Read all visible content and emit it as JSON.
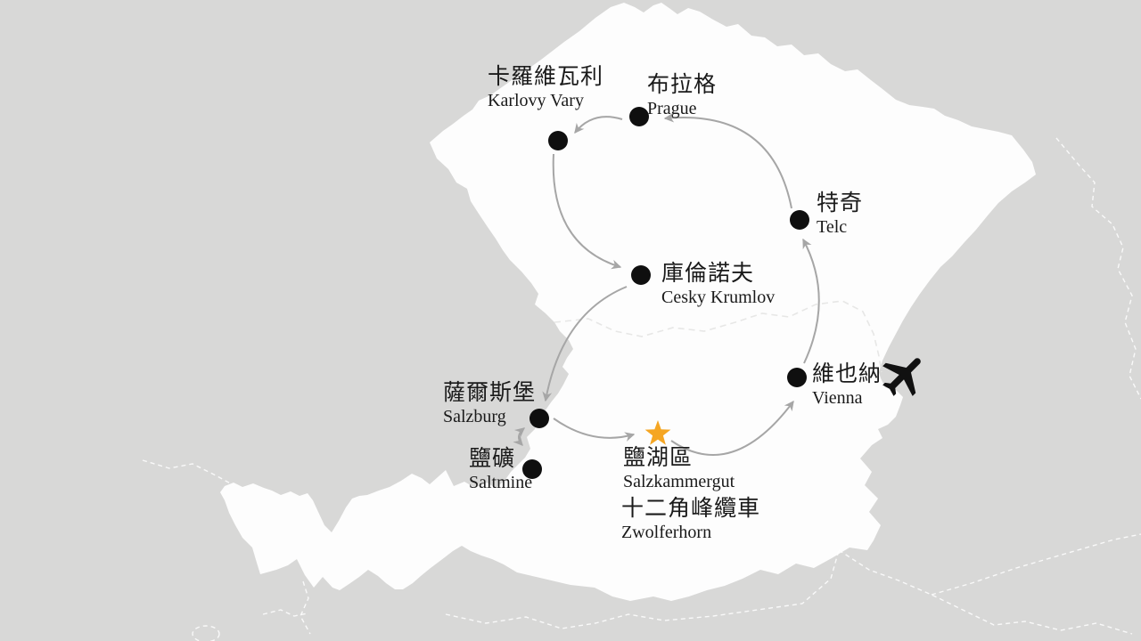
{
  "title": "Czech Republic and Austria travel itinerary map",
  "palette": {
    "background": "#d8d8d7",
    "land": "#fdfdfd",
    "route_arrow": "#a6a6a6",
    "city_dot": "#0f0f0f",
    "star": "#f5a623",
    "airplane": "#111111",
    "label_text": "#1a1a1a",
    "faint_border": "#e7e7e6"
  },
  "cities": [
    {
      "id": "karlovy-vary",
      "zh": "卡羅維瓦利",
      "en": "Karlovy Vary",
      "marker": "dot"
    },
    {
      "id": "prague",
      "zh": "布拉格",
      "en": "Prague",
      "marker": "dot"
    },
    {
      "id": "telc",
      "zh": "特奇",
      "en": "Telc",
      "marker": "dot"
    },
    {
      "id": "cesky-krumlov",
      "zh": "庫倫諾夫",
      "en": "Cesky Krumlov",
      "marker": "dot"
    },
    {
      "id": "vienna",
      "zh": "維也納",
      "en": "Vienna",
      "marker": "dot"
    },
    {
      "id": "salzburg",
      "zh": "薩爾斯堡",
      "en": "Salzburg",
      "marker": "dot"
    },
    {
      "id": "saltmine",
      "zh": "鹽礦",
      "en": "Saltmine",
      "marker": "dot"
    },
    {
      "id": "salzkammergut",
      "zh": "鹽湖區",
      "en": "Salzkammergut",
      "marker": "star"
    },
    {
      "id": "zwolferhorn",
      "zh": "十二角峰纜車",
      "en": "Zwolferhorn",
      "marker": "none"
    }
  ],
  "routes": [
    {
      "from": "telc",
      "to": "prague",
      "bidirectional": false
    },
    {
      "from": "prague",
      "to": "karlovy-vary",
      "bidirectional": false
    },
    {
      "from": "karlovy-vary",
      "to": "cesky-krumlov",
      "bidirectional": false
    },
    {
      "from": "cesky-krumlov",
      "to": "salzburg",
      "bidirectional": false
    },
    {
      "from": "salzburg",
      "to": "saltmine",
      "bidirectional": true
    },
    {
      "from": "salzburg",
      "to": "salzkammergut",
      "bidirectional": false
    },
    {
      "from": "salzkammergut",
      "to": "vienna",
      "bidirectional": false
    },
    {
      "from": "vienna",
      "to": "telc",
      "bidirectional": false
    }
  ],
  "icons": {
    "airplane": "airplane-icon near Vienna (airport)",
    "star": "star marker at Salzkammergut",
    "dot": "black circle city marker"
  }
}
